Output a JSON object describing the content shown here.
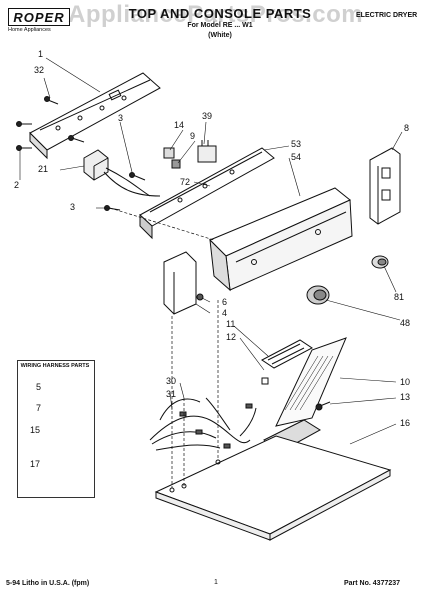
{
  "header": {
    "brand": "ROPER",
    "brand_subtitle": "Home Appliances",
    "title": "TOP AND CONSOLE PARTS",
    "for_model": "For Model RE ... W1",
    "color_note": "(White)",
    "product_type": "ELECTRIC DRYER",
    "watermark": "AppliancePartsPros.com"
  },
  "legend": {
    "title": "WIRING HARNESS PARTS"
  },
  "callouts": {
    "c1": "1",
    "c32": "32",
    "c3a": "3",
    "c2": "2",
    "c21": "21",
    "c3b": "3",
    "c14": "14",
    "c9": "9",
    "c39": "39",
    "c72": "72",
    "c53": "53",
    "c54": "54",
    "c8": "8",
    "c81": "81",
    "c6": "6",
    "c4": "4",
    "c48": "48",
    "c11": "11",
    "c12": "12",
    "c30": "30",
    "c31": "31",
    "c10": "10",
    "c13": "13",
    "c16": "16",
    "c5": "5",
    "c7": "7",
    "c15": "15",
    "c17": "17"
  },
  "footer": {
    "litho": "5-94 Litho in U.S.A. (fpm)",
    "page": "1",
    "part_no": "Part No. 4377237"
  }
}
